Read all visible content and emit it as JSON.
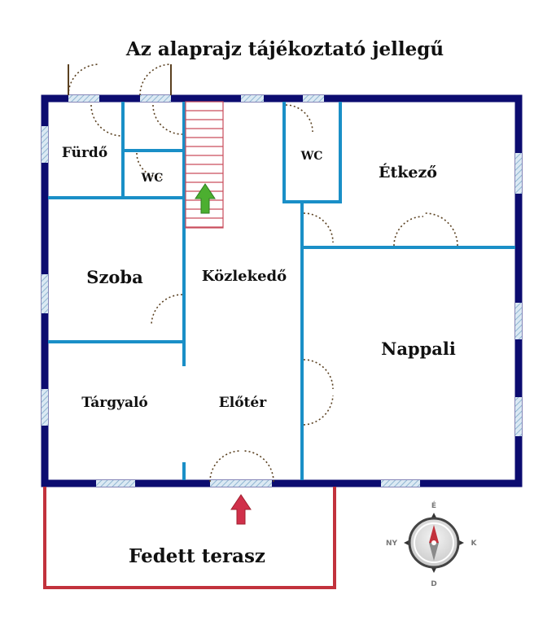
{
  "title": "Az alaprajz tájékoztató jellegű",
  "rooms": {
    "furdo": "Fürdő",
    "wc_left": "WC",
    "wc_right": "WC",
    "etkezo": "Étkező",
    "szoba": "Szoba",
    "kozlekedo": "Közlekedő",
    "nappali": "Nappali",
    "targyalo": "Tárgyaló",
    "eloter": "Előtér",
    "terasz": "Fedett terasz"
  },
  "compass": {
    "north": "É",
    "south": "D",
    "east": "K",
    "west": "NY"
  },
  "colors": {
    "outer_wall": "#0c0c70",
    "inner_wall": "#1a8fc7",
    "terrace": "#c2323c",
    "entrance_arrow": "#d0304a",
    "stair_arrow": "#4caf30"
  }
}
